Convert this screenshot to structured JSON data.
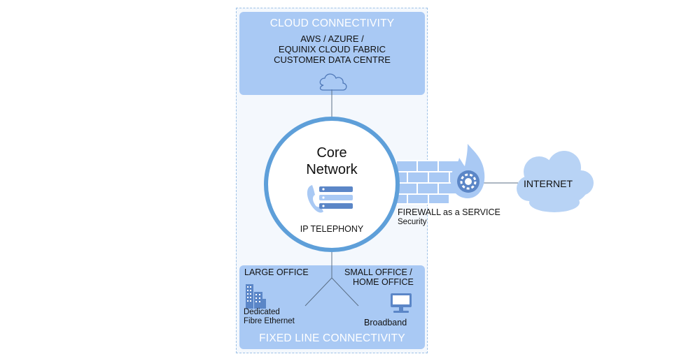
{
  "cloud": {
    "title": "CLOUD CONNECTIVITY",
    "line1": "AWS / AZURE /",
    "line2": "EQUINIX CLOUD FABRIC",
    "line3": "CUSTOMER DATA CENTRE"
  },
  "core": {
    "line1": "Core",
    "line2": "Network",
    "telephony": "IP TELEPHONY"
  },
  "firewall": {
    "label": "FIREWALL  as a SERVICE",
    "sublabel": "Security"
  },
  "internet": {
    "label": "INTERNET"
  },
  "fixed": {
    "title": "FIXED LINE CONNECTIVITY",
    "large_office": "LARGE OFFICE",
    "large_line1": "Dedicated",
    "large_line2": "Fibre Ethernet",
    "small_line1": "SMALL OFFICE /",
    "small_line2": "HOME OFFICE",
    "broadband": "Broadband"
  },
  "colors": {
    "box_fill": "#a9c9f4",
    "ring": "#5e9fd9",
    "icon": "#5b86c7",
    "light_icon": "#a9c9f4",
    "line": "#5b6f86"
  }
}
